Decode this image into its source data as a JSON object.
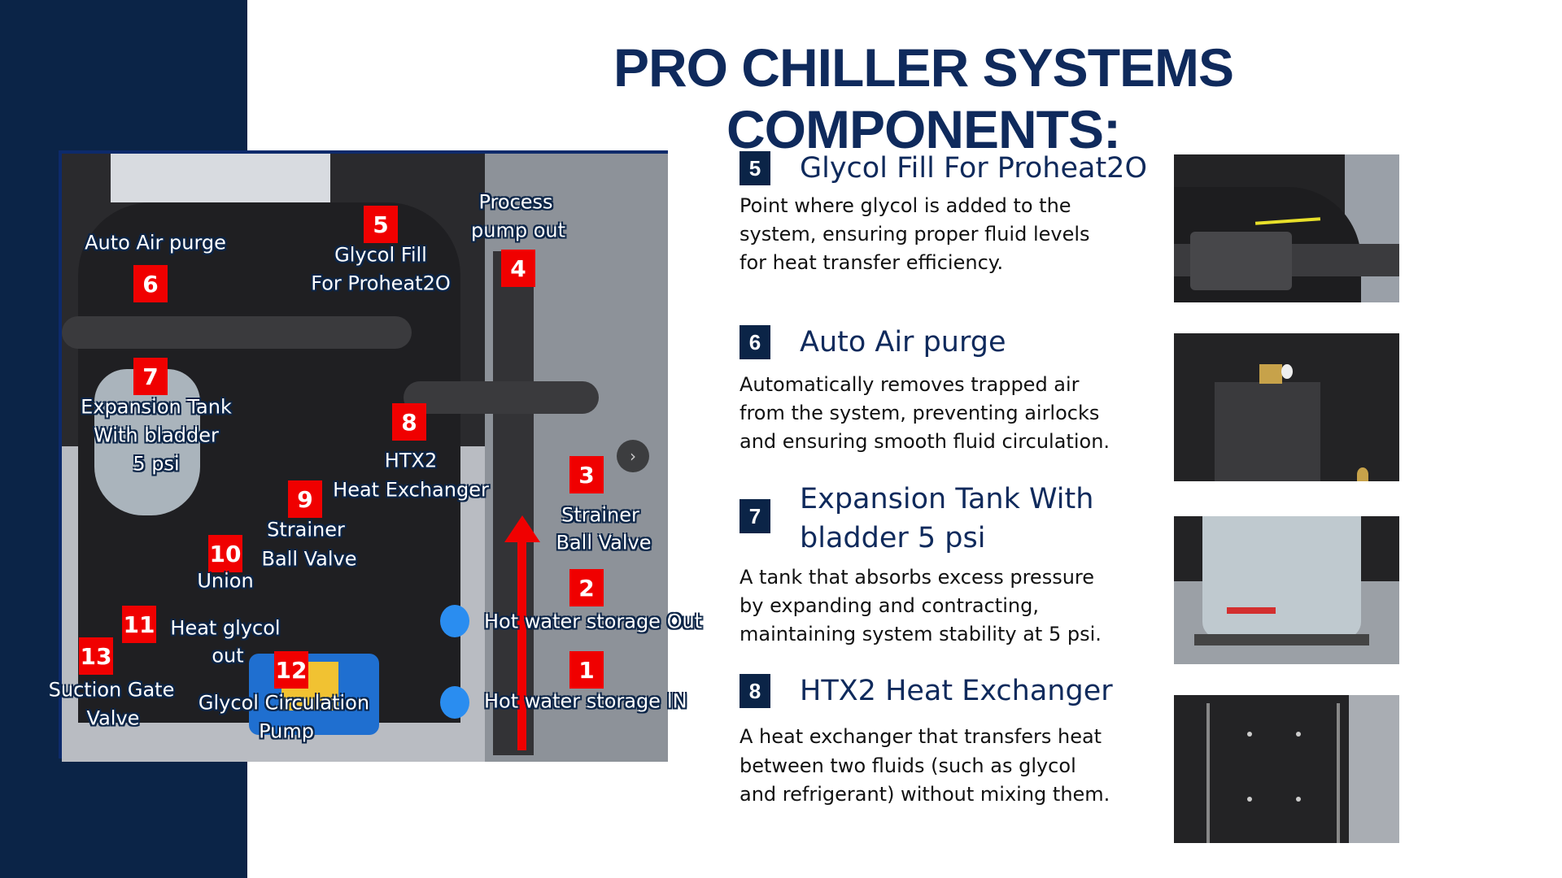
{
  "title": "PRO CHILLER SYSTEMS COMPONENTS:",
  "photo_labels": {
    "l6": {
      "num": "6",
      "text": "Auto Air purge"
    },
    "l5": {
      "num": "5",
      "line1": "Glycol Fill",
      "line2": "For Proheat2O"
    },
    "l4": {
      "num": "4",
      "line1": "Process",
      "line2": "pump out"
    },
    "l7": {
      "num": "7",
      "line1": "Expansion Tank",
      "line2": "With bladder",
      "line3": "5 psi"
    },
    "l8": {
      "num": "8",
      "line1": "HTX2",
      "line2": "Heat Exchanger"
    },
    "l9": {
      "num": "9",
      "line1": "Strainer",
      "line2": "Ball Valve"
    },
    "l10": {
      "num": "10",
      "text": "Union"
    },
    "l3": {
      "num": "3",
      "line1": "Strainer",
      "line2": "Ball Valve"
    },
    "l2": {
      "num": "2",
      "text": "Hot water storage Out"
    },
    "l1": {
      "num": "1",
      "text": "Hot water storage IN"
    },
    "l11": {
      "num": "11",
      "line1": "Heat glycol",
      "line2": "out"
    },
    "l13": {
      "num": "13",
      "line1": "Suction Gate",
      "line2": "Valve"
    },
    "l12": {
      "num": "12",
      "line1": "Glycol Circulation",
      "line2": "Pump"
    }
  },
  "sections": [
    {
      "num": "5",
      "heading": "Glycol Fill For Proheat2O",
      "body": [
        "Point where glycol is added to the",
        "system, ensuring proper fluid levels",
        "for heat transfer efficiency."
      ]
    },
    {
      "num": "6",
      "heading": "Auto Air purge",
      "body": [
        "Automatically removes trapped air",
        "from the system, preventing airlocks",
        "and ensuring smooth fluid circulation."
      ]
    },
    {
      "num": "7",
      "heading": [
        "Expansion Tank With",
        "bladder 5 psi"
      ],
      "body": [
        "A tank that absorbs excess pressure",
        "by expanding and contracting,",
        "maintaining system stability at 5 psi."
      ]
    },
    {
      "num": "8",
      "heading": "HTX2 Heat Exchanger",
      "body": [
        "A heat exchanger that transfers heat",
        "between two fluids (such as glycol",
        "and refrigerant) without mixing them."
      ]
    }
  ],
  "colors": {
    "navy": "#0b2447",
    "title": "#0f2a5c",
    "badge_red": "#f00000"
  }
}
